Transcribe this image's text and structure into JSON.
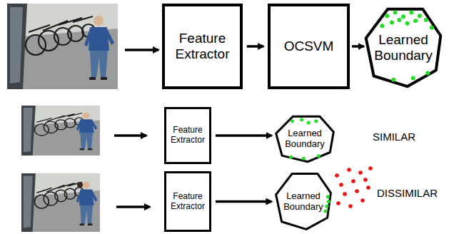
{
  "diagram": {
    "nodes": [
      {
        "text": [
          "Feature Extractor"
        ]
      },
      {
        "text": [
          "OCSVM"
        ]
      },
      {
        "text": [
          "Learned Boundary"
        ]
      },
      {
        "text": [
          "Feature Extractor"
        ]
      },
      {
        "text": [
          "Learned Boundary"
        ]
      },
      {
        "text": [
          "Feature Extractor"
        ]
      },
      {
        "text": [
          "Learned Boundary"
        ]
      }
    ],
    "edges": [
      {
        "from": 0,
        "to": 1,
        "arrow": "to"
      },
      {
        "from": 1,
        "to": 2,
        "arrow": "to"
      },
      {
        "from": 3,
        "to": 4,
        "arrow": "to"
      },
      {
        "from": 5,
        "to": 6,
        "arrow": "to"
      }
    ],
    "labels": [
      "SIMILAR",
      "DISSIMILAR"
    ]
  }
}
